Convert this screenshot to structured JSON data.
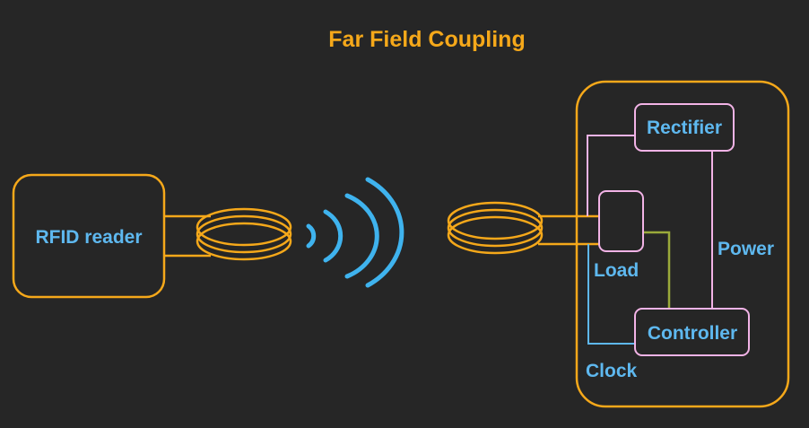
{
  "diagram": {
    "title": "Far Field Coupling",
    "reader": {
      "label": "RFID reader"
    },
    "tag": {
      "rectifier_label": "Rectifier",
      "load_label": "Load",
      "controller_label": "Controller",
      "power_label": "Power",
      "clock_label": "Clock"
    }
  },
  "colors": {
    "background": "#262626",
    "outline": "#f5a81a",
    "text_blue": "#5eb8ef",
    "title": "#f5a81a",
    "wave": "#3fb3ee",
    "module_border": "#f2b3e6",
    "clock_line": "#5eb8ef",
    "control_line": "#9aaa3a"
  },
  "icons": {
    "waves": "radio-wave-icon",
    "coil": "antenna-coil-icon"
  }
}
